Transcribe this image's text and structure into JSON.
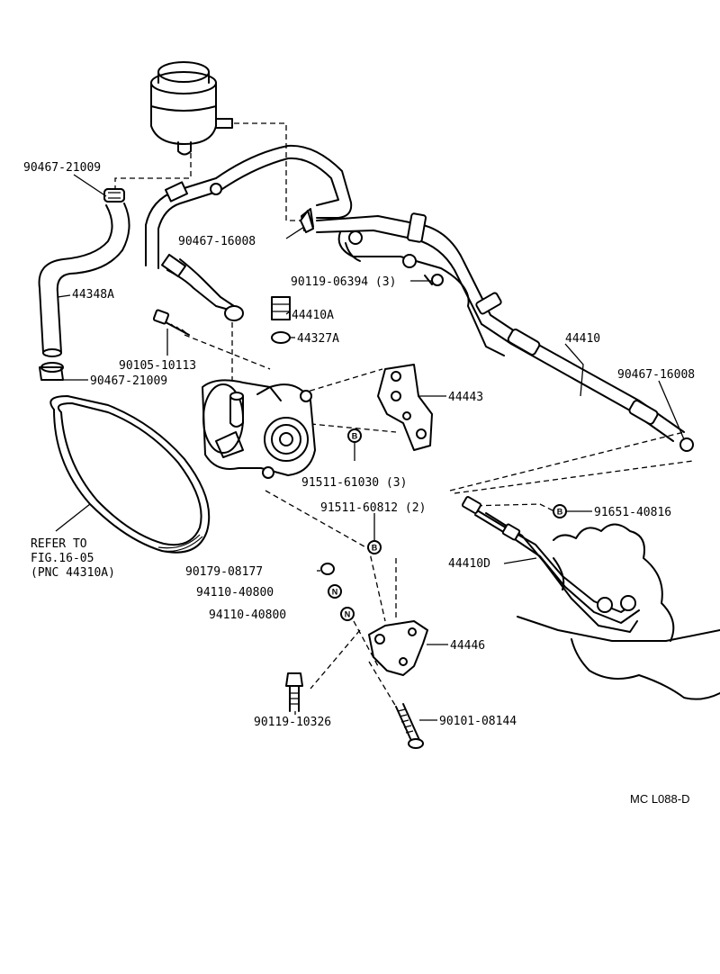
{
  "parts": {
    "p1": "90467-21009",
    "p2": "90467-16008",
    "p3": "90119-06394 (3)",
    "p4": "44348A",
    "p5": "44410A",
    "p6": "44327A",
    "p7": "44410",
    "p8": "90105-10113",
    "p9": "90467-16008",
    "p10": "90467-21009",
    "p11": "44443",
    "p12": "91511-61030 (3)",
    "p13": "91511-60812 (2)",
    "p14": "91651-40816",
    "p15": "44410D",
    "p16": "90179-08177",
    "p17": "94110-40800",
    "p18": "94110-40800",
    "p19": "44446",
    "p20": "90119-10326",
    "p21": "90101-08144"
  },
  "reference": {
    "line1": "REFER TO",
    "line2": "FIG.16-05",
    "line3": "(PNC 44310A)"
  },
  "symbols": {
    "bolt": "B",
    "nut": "N"
  },
  "drawing_code": "MC L088-D"
}
